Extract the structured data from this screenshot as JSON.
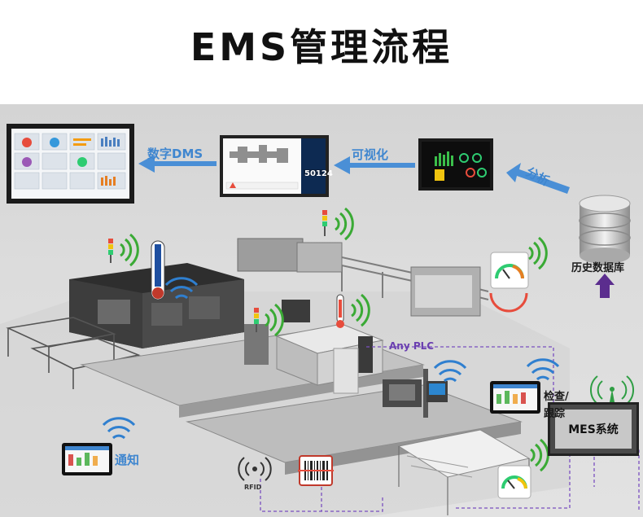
{
  "title": "EMS管理流程",
  "labels": {
    "digital_dms": "数字DMS",
    "visualize": "可视化",
    "analyze": "分析",
    "history_db": "历史数据库",
    "mes": "MES系统",
    "any_plc": "Any PLC",
    "check": "检查/",
    "track": "跟踪",
    "notify": "通知",
    "rfid": "RFID"
  },
  "screen_text": {
    "counter": "50124"
  },
  "colors": {
    "arrow_blue": "#4a8fd6",
    "wifi_green": "#3aaa35",
    "plc_line": "#7a4fc0",
    "db_arrow": "#5b2d8e"
  },
  "icons": [
    "wifi-icon",
    "tower-light-icon",
    "thermometer-icon",
    "gauge-icon",
    "tablet-icon",
    "database-icon",
    "antenna-icon",
    "rfid-icon",
    "barcode-icon"
  ]
}
